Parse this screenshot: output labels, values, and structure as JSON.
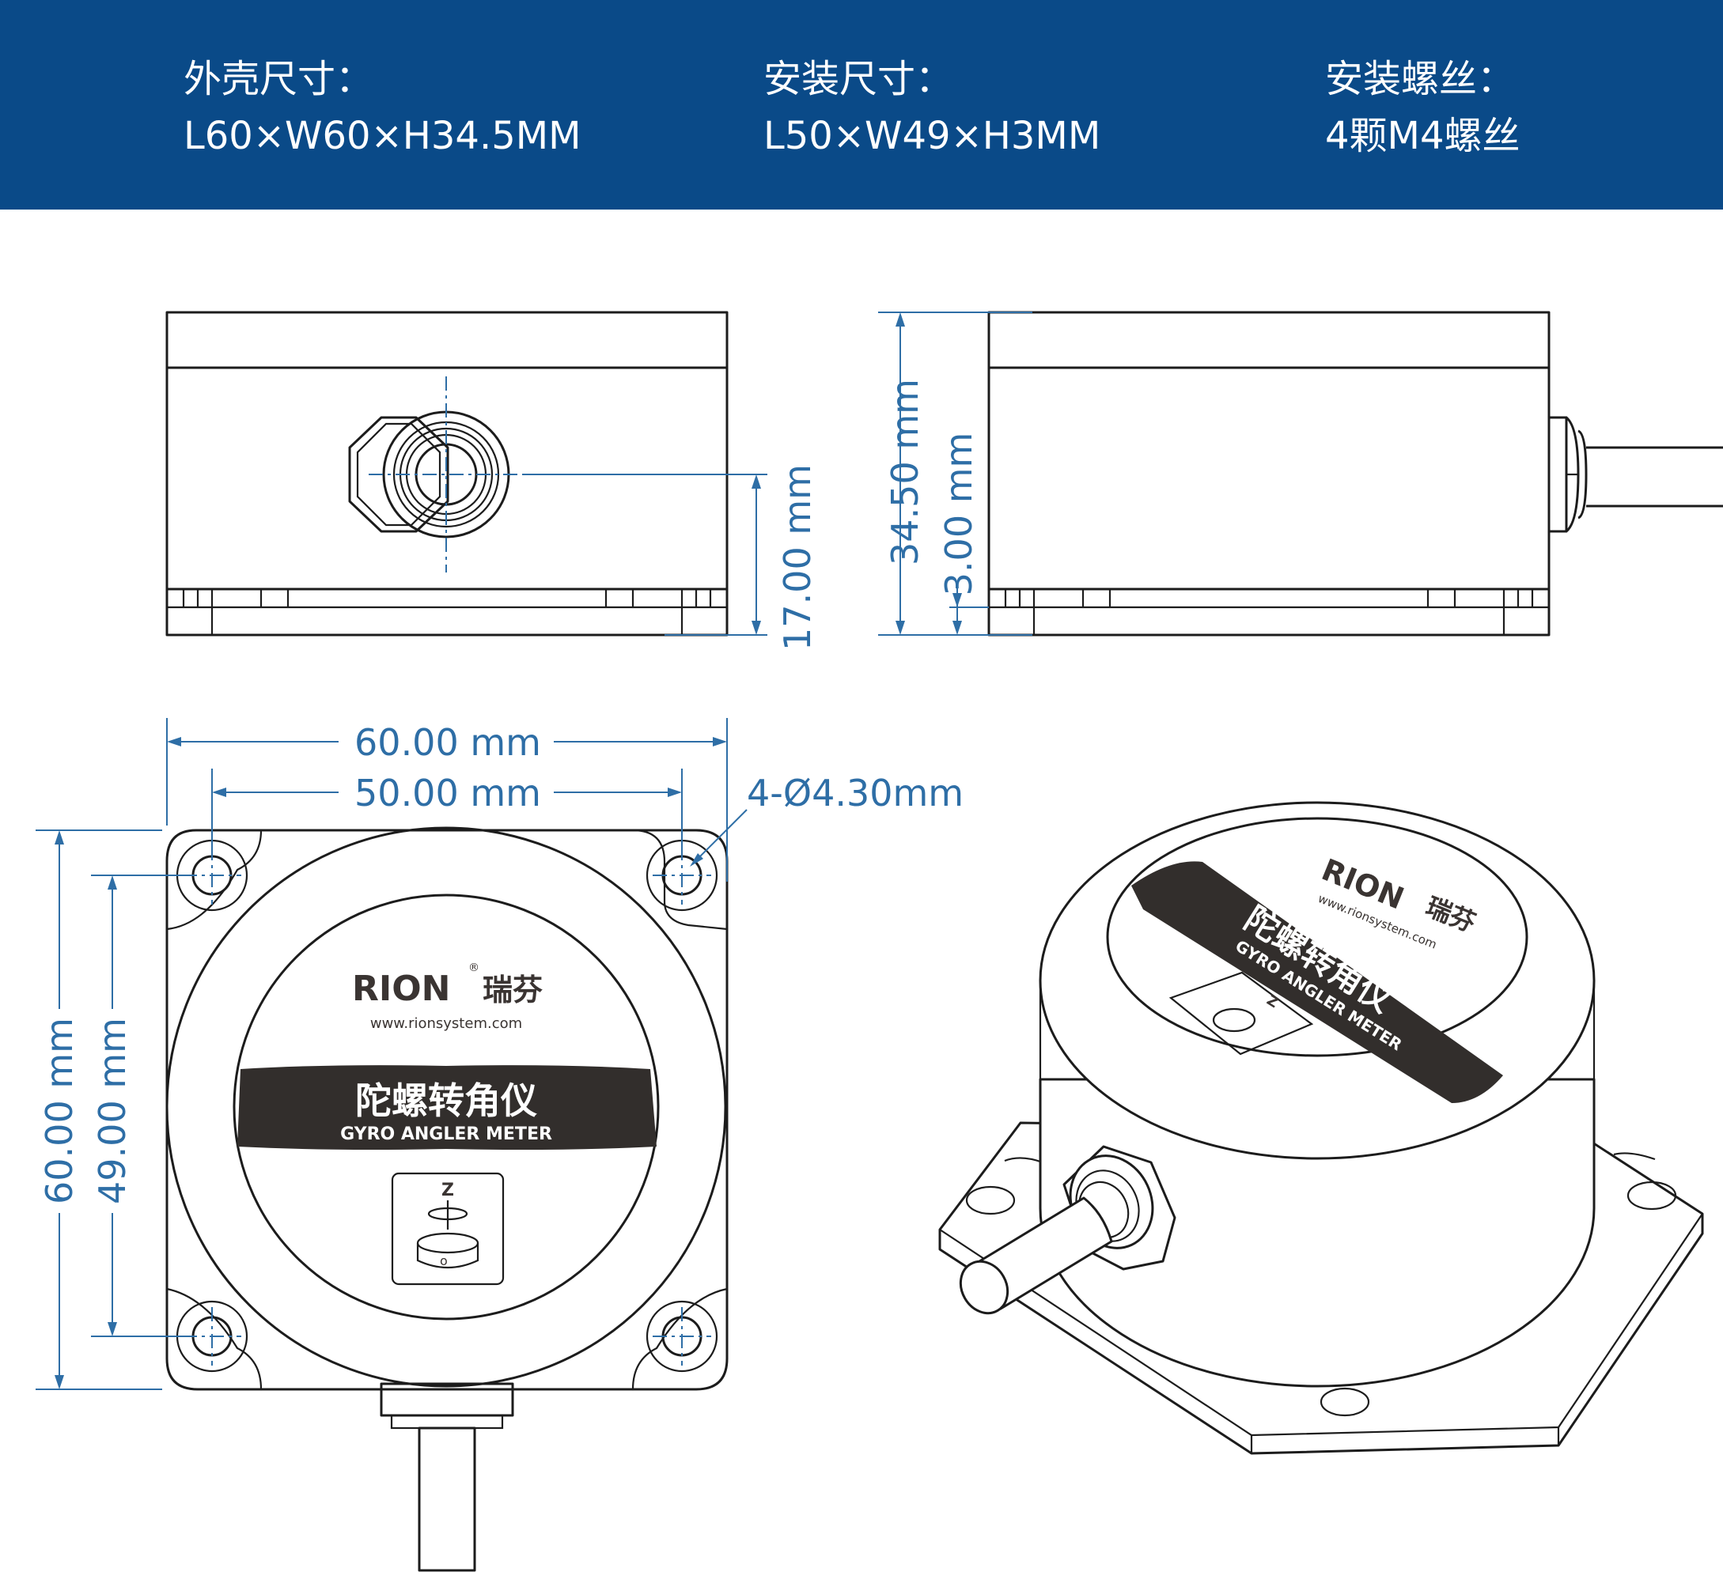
{
  "header": {
    "specs": [
      {
        "label": "外壳尺寸：",
        "value": "L60×W60×H34.5MM"
      },
      {
        "label": "安装尺寸：",
        "value": "L50×W49×H3MM"
      },
      {
        "label": "安装螺丝：",
        "value": "4颗M4螺丝"
      }
    ]
  },
  "dimensions": {
    "gland_height": "17.00 mm",
    "total_height": "34.50 mm",
    "base_height": "3.00 mm",
    "width_outer": "60.00 mm",
    "width_holes": "50.00 mm",
    "hole_spec": "4-Ø4.30mm",
    "height_outer": "60.00 mm",
    "height_holes": "49.00 mm"
  },
  "label": {
    "brand": "RION",
    "brand_cn": "瑞芬",
    "registered": "®",
    "website": "www.rionsystem.com",
    "product_cn": "陀螺转角仪",
    "product_en": "GYRO ANGLER METER",
    "axis_label": "Z",
    "origin_label": "o"
  },
  "colors": {
    "header_bg": "#0a4a88",
    "dimension": "#2e6ea6",
    "band": "#322e2c"
  }
}
